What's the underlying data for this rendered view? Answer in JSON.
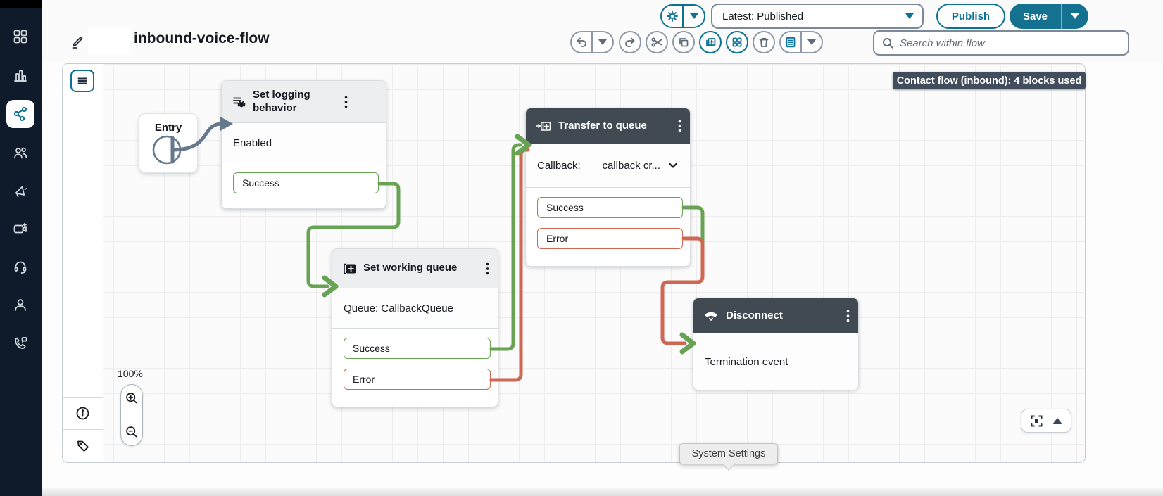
{
  "sidebar": {
    "items": [
      {
        "icon": "grid",
        "active": false
      },
      {
        "icon": "analytics-bar-chart",
        "active": false
      },
      {
        "icon": "flows-branch",
        "active": true
      },
      {
        "icon": "users",
        "active": false
      },
      {
        "icon": "megaphone",
        "active": false
      },
      {
        "icon": "video",
        "active": false
      },
      {
        "icon": "headset",
        "active": false
      },
      {
        "icon": "person",
        "active": false
      },
      {
        "icon": "phone-message",
        "active": false
      }
    ]
  },
  "header": {
    "version_label": "Latest: Published",
    "publish_button": "Publish",
    "save_button": "Save"
  },
  "titlebar": {
    "flow_title": "inbound-voice-flow",
    "search_placeholder": "Search within flow"
  },
  "canvas": {
    "zoom_level": "100%",
    "blocks_badge": "Contact flow (inbound): 4 blocks used",
    "blocks": {
      "entry": {
        "title": "Entry"
      },
      "set_logging": {
        "title": "Set logging behavior",
        "body": "Enabled",
        "ports": [
          {
            "label": "Success",
            "type": "success"
          }
        ]
      },
      "set_working_queue": {
        "title": "Set working queue",
        "body": "Queue: CallbackQueue",
        "ports": [
          {
            "label": "Success",
            "type": "success"
          },
          {
            "label": "Error",
            "type": "error"
          }
        ]
      },
      "transfer_to_queue": {
        "title": "Transfer to queue",
        "body_label": "Callback:",
        "body_value": "callback cr...",
        "ports": [
          {
            "label": "Success",
            "type": "success"
          },
          {
            "label": "Error",
            "type": "error"
          }
        ]
      },
      "disconnect": {
        "title": "Disconnect",
        "body": "Termination event"
      }
    }
  },
  "tooltip": {
    "label": "System Settings"
  },
  "colors": {
    "accent_blue": "#0c7295",
    "save_fill": "#14718f",
    "success_green": "#67a353",
    "error_red": "#cf6753",
    "connector_gray": "#66788c",
    "sidebar_bg": "#0f1b2a",
    "dark_block_header": "#414a52",
    "light_block_header": "#eceef0",
    "badge_bg": "#414d5c"
  }
}
